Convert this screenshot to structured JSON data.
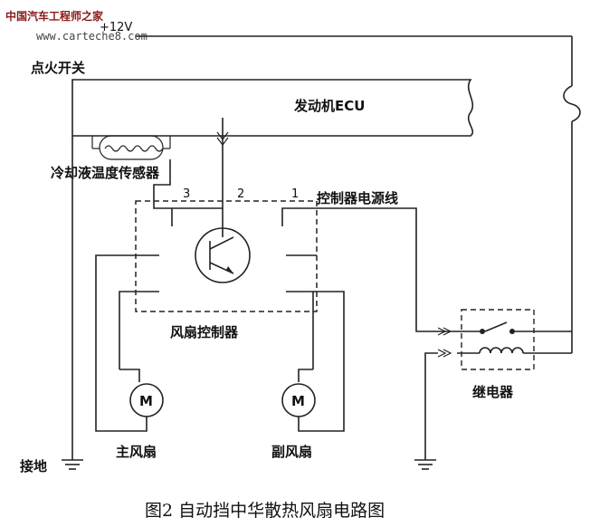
{
  "watermark": {
    "site_name": "中国汽车工程师之家",
    "url": "www.carteche8.com"
  },
  "supply": {
    "voltage": "+12V"
  },
  "labels": {
    "ignition_switch": "点火开关",
    "engine_ecu": "发动机ECU",
    "coolant_sensor": "冷却液温度传感器",
    "pin3": "3",
    "pin2": "2",
    "pin1": "1",
    "controller_power_line": "控制器电源线",
    "fan_controller": "风扇控制器",
    "relay": "继电器",
    "ground": "接地",
    "main_fan": "主风扇",
    "aux_fan": "副风扇",
    "motor_symbol": "M"
  },
  "caption": "图2  自动挡中华散热风扇电路图"
}
